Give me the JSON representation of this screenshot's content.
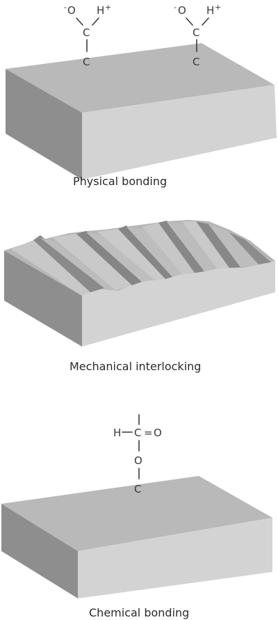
{
  "panels": {
    "physical": {
      "caption": "Physical bonding",
      "groups": [
        {
          "o_charge": "-",
          "o": "O",
          "h": "H",
          "h_charge": "+",
          "c_top": "C",
          "c_bottom": "C"
        },
        {
          "o_charge": "-",
          "o": "O",
          "h": "H",
          "h_charge": "+",
          "c_top": "C",
          "c_bottom": "C"
        }
      ]
    },
    "mechanical": {
      "caption": "Mechanical interlocking"
    },
    "chemical": {
      "caption": "Chemical bonding",
      "formula": {
        "h": "H",
        "c": "C",
        "double_bond": "=",
        "o_top": "O",
        "o_link": "O",
        "c_surface": "C"
      }
    }
  },
  "colors": {
    "top_face": "#b8b8b8",
    "front_face": "#d4d4d4",
    "left_face": "#8f8f8f",
    "ridge_light": "#c9c9c9",
    "ridge_dark": "#7f7f7f",
    "text": "#3a3a3a"
  }
}
